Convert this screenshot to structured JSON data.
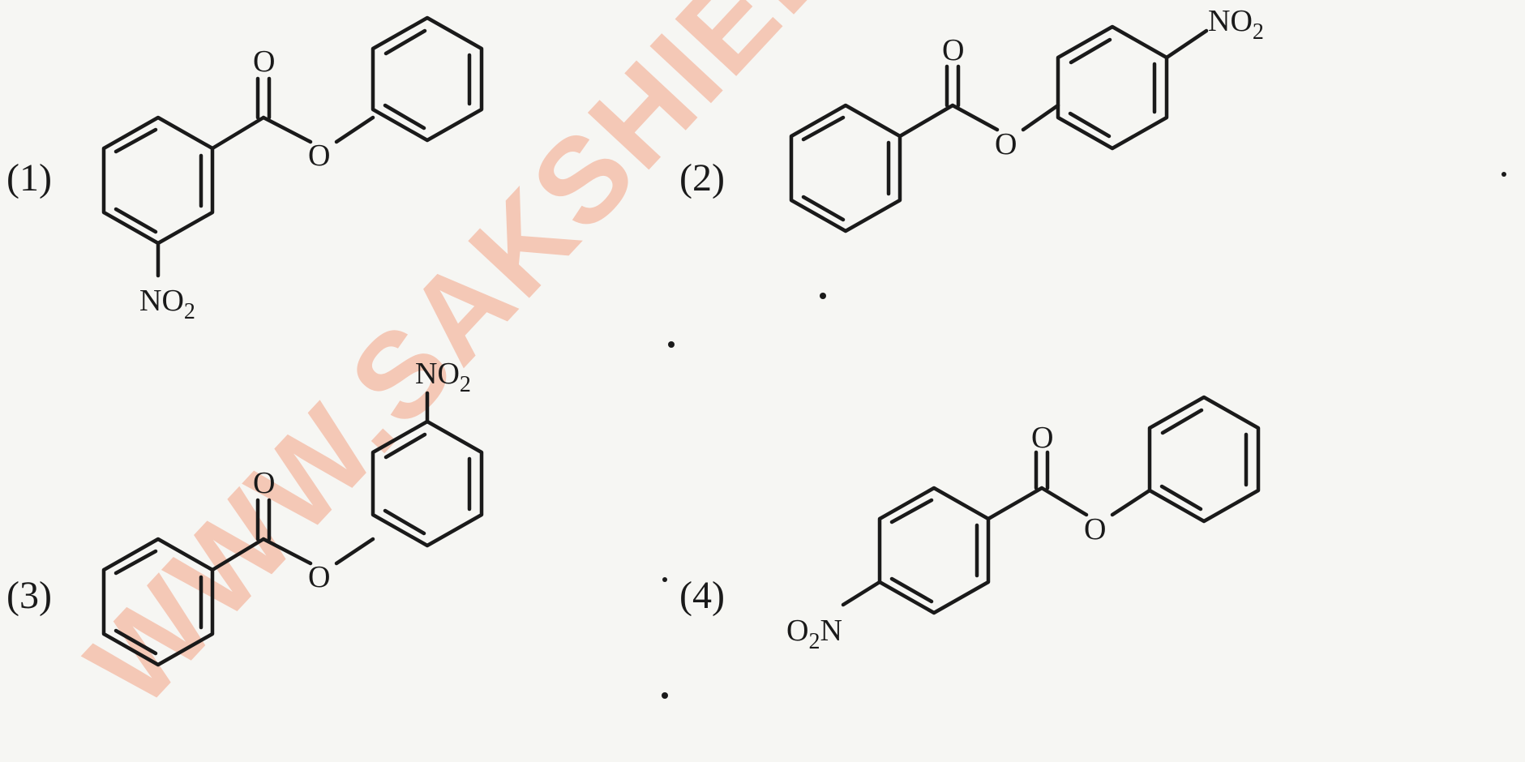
{
  "watermark": "WWW.SAKSHIEDU",
  "options": [
    {
      "label": "(1)",
      "carbonyl_o": "O",
      "ester_o": "O",
      "substituent": "NO",
      "substituent_sub": "2"
    },
    {
      "label": "(2)",
      "carbonyl_o": "O",
      "ester_o": "O",
      "substituent": "NO",
      "substituent_sub": "2"
    },
    {
      "label": "(3)",
      "carbonyl_o": "O",
      "ester_o": "O",
      "substituent": "NO",
      "substituent_sub": "2"
    },
    {
      "label": "(4)",
      "carbonyl_o": "O",
      "ester_o": "O",
      "substituent_pre": "O",
      "substituent_pre_sub": "2",
      "substituent_post": "N"
    }
  ]
}
